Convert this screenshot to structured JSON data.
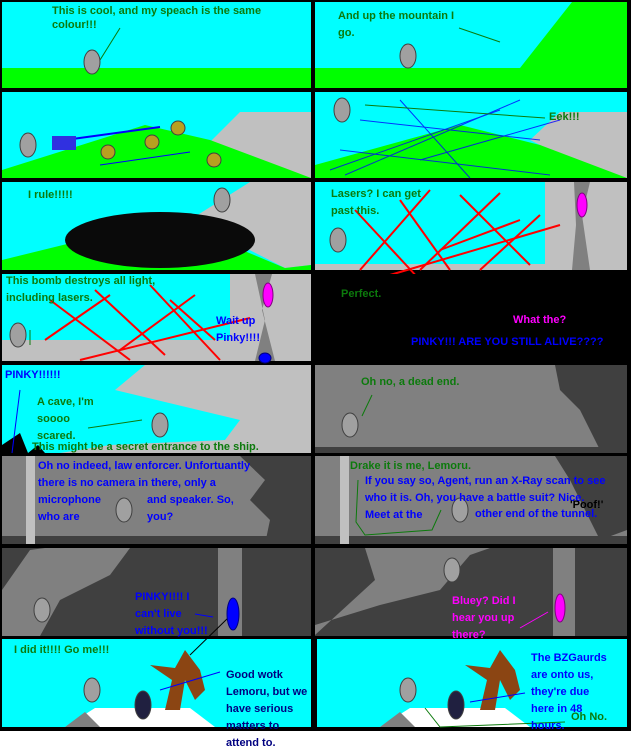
{
  "comic": {
    "panels": [
      {
        "id": 1,
        "speech": [
          "This is cool, and my speach is the same",
          "colour!!!"
        ]
      },
      {
        "id": 2,
        "speech": [
          "And up the mountain I",
          "go."
        ]
      },
      {
        "id": 3,
        "speech": []
      },
      {
        "id": 4,
        "speech": [
          "Eek!!!"
        ]
      },
      {
        "id": 5,
        "speech": [
          "I rule!!!!!"
        ]
      },
      {
        "id": 6,
        "speech": [
          "Lasers? I can get",
          "past this."
        ]
      },
      {
        "id": 7,
        "speech": [
          "This bomb destroys all light,",
          "including lasers."
        ],
        "reply": [
          "Wait up",
          "Pinky!!!!"
        ]
      },
      {
        "id": 8,
        "speech": [
          "Perfect."
        ],
        "pink": [
          "What the?"
        ],
        "blue": [
          "PINKY!!! ARE YOU STILL ALIVE????"
        ]
      },
      {
        "id": 9,
        "shout": [
          "PINKY!!!!!!"
        ],
        "speech": [
          "A cave, I'm",
          "soooo",
          "scared."
        ],
        "speech2": [
          "This might be a secret entrance to the ship."
        ]
      },
      {
        "id": 10,
        "speech": [
          "Oh no, a dead end."
        ]
      },
      {
        "id": 11,
        "voice": [
          "Oh no indeed, law enforcer. Unfortuantly",
          "there is no camera in there, only a",
          "microphone",
          "and speaker. So,",
          "who are",
          "you?"
        ]
      },
      {
        "id": 12,
        "speech": [
          "Drake it is me, Lemoru."
        ],
        "voice": [
          "If you say so, Agent, run an X-Ray scan to see",
          "who it is. Oh, you have a battle suit? Nice.",
          "Meet at the",
          "other end of the tunnel."
        ],
        "sfx": [
          "'Poof!'"
        ]
      },
      {
        "id": 13,
        "blue": [
          "PINKY!!!! I",
          "can't live",
          "without you!!!"
        ]
      },
      {
        "id": 14,
        "pink": [
          "Bluey? Did I",
          "hear you up",
          "there?"
        ]
      },
      {
        "id": 15,
        "speech": [
          "I did it!!!! Go me!!!"
        ],
        "navy": [
          "Good wotk",
          "Lemoru, but we",
          "have serious",
          "matters to",
          "attend to."
        ]
      },
      {
        "id": 16,
        "blue": [
          "The BZGaurds",
          "are onto us,",
          "they're due",
          "here in 48",
          "hours."
        ],
        "speech": [
          "Oh No."
        ]
      }
    ],
    "colors": {
      "sky": "#00ffff",
      "grass": "#00ff00",
      "rock": "#c0c0c0",
      "cave": "#808080",
      "cave_dark": "#404040",
      "laser": "#ff0000",
      "tree": "#8b4513",
      "pinky": "#ff00ff",
      "bluey": "#0000ff"
    }
  }
}
